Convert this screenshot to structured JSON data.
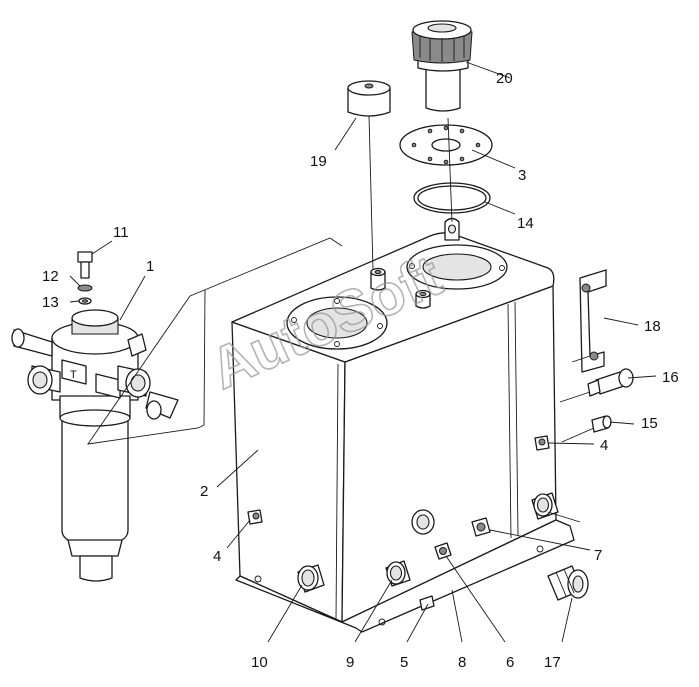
{
  "watermark": {
    "text": "AutoSoft"
  },
  "callouts": {
    "c1": "1",
    "c2": "2",
    "c3": "3",
    "c4a": "4",
    "c4b": "4",
    "c5": "5",
    "c6": "6",
    "c7": "7",
    "c8": "8",
    "c9": "9",
    "c10": "10",
    "c11": "11",
    "c12": "12",
    "c13": "13",
    "c14": "14",
    "c15": "15",
    "c16": "16",
    "c17": "17",
    "c18": "18",
    "c19": "19",
    "c20": "20"
  }
}
